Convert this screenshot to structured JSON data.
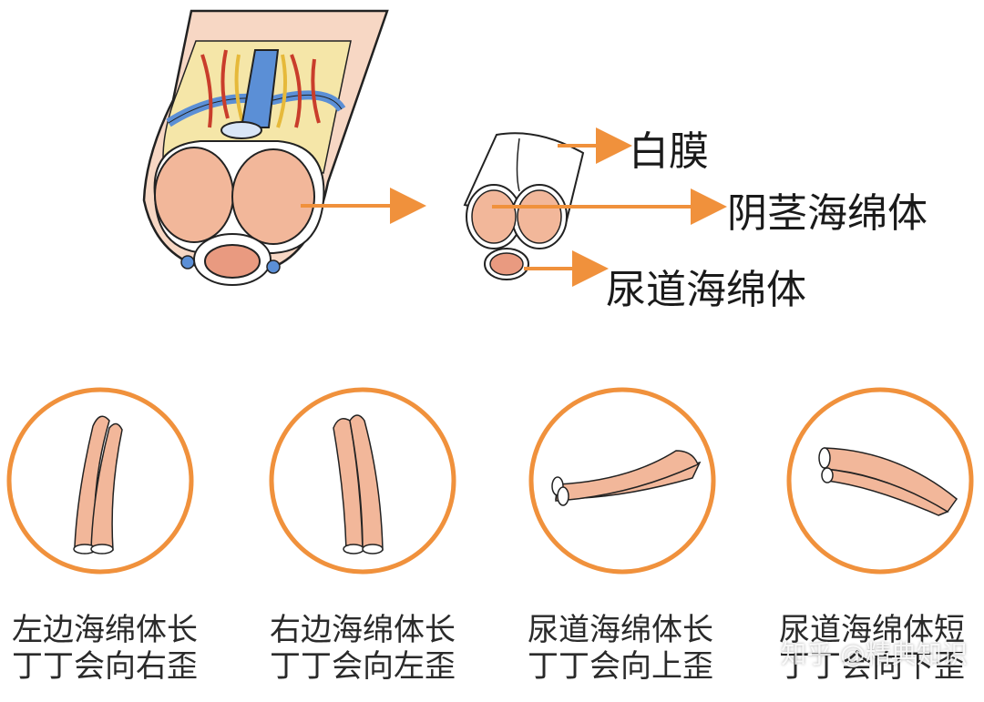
{
  "labels": {
    "tunica": "白膜",
    "corpus_cavernosum": "阴茎海绵体",
    "corpus_spongiosum": "尿道海绵体"
  },
  "captions": [
    {
      "line1": "左边海绵体长",
      "line2": "丁丁会向右歪"
    },
    {
      "line1": "右边海绵体长",
      "line2": "丁丁会向左歪"
    },
    {
      "line1": "尿道海绵体长",
      "line2": "丁丁会向上歪"
    },
    {
      "line1": "尿道海绵体短",
      "line2": "丁丁会向下歪"
    }
  ],
  "watermark": "知乎 @精典知识",
  "colors": {
    "accent": "#f0913c",
    "tissue": "#f2b79a",
    "skin": "#f7d7c4",
    "fat": "#f5e6a8",
    "vein": "#5b8fd6",
    "artery": "#c93d2b",
    "nerve": "#e6b93a"
  }
}
